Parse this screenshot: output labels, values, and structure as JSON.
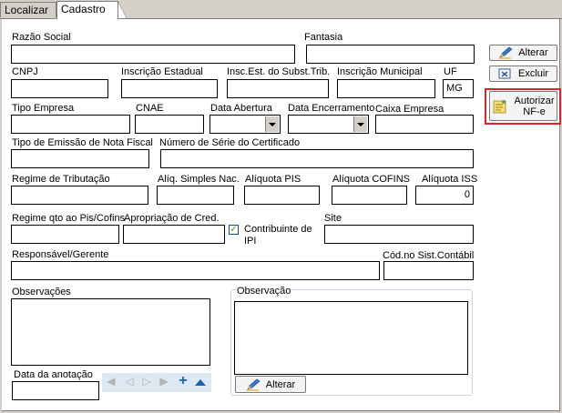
{
  "tabs": [
    {
      "label": "Localizar"
    },
    {
      "label": "Cadastro"
    }
  ],
  "labels": {
    "razao_social": "Razão Social",
    "fantasia": "Fantasia",
    "cnpj": "CNPJ",
    "insc_estadual": "Inscrição Estadual",
    "insc_subst": "Insc.Est. do Subst.Trib.",
    "insc_municipal": "Inscrição Municipal",
    "uf": "UF",
    "tipo_empresa": "Tipo Empresa",
    "cnae": "CNAE",
    "data_abertura": "Data Abertura",
    "data_encerramento": "Data Encerramento",
    "caixa_empresa": "Caixa Empresa",
    "tipo_emissao": "Tipo de Emissão de Nota Fiscal",
    "numero_serie": "Número de Série do Certificado",
    "regime_tributacao": "Regime de Tributação",
    "aliq_simples": "Alíq. Simples Nac.",
    "aliquota_pis": "Alíquota PIS",
    "aliquota_cofins": "Alíquota COFINS",
    "aliquota_iss": "Alíquota ISS",
    "regime_pis_cofins": "Regime qto ao Pis/Cofins",
    "apropriacao": "Apropriação de Cred.",
    "contribuinte_ipi": "Contribuinte de IPI",
    "site": "Site",
    "responsavel": "Responsável/Gerente",
    "cod_sist_contabil": "Cód.no Sist.Contábil",
    "observacoes": "Observações",
    "observacao": "Observação",
    "data_anotacao": "Data da anotação"
  },
  "values": {
    "uf": "MG",
    "aliquota_iss": "0",
    "contribuinte_ipi_checked": true
  },
  "buttons": {
    "alterar": "Alterar",
    "excluir": "Excluir",
    "autorizar_line1": "Autorizar",
    "autorizar_line2": "NF-e",
    "alterar_obs": "Alterar"
  },
  "icons": {
    "alterar": "pencil-icon",
    "excluir": "delete-icon",
    "autorizar": "note-icon"
  },
  "colors": {
    "highlight": "#d9262c",
    "navbar": "#dce8f2",
    "nav_active": "#1a5fb4"
  }
}
